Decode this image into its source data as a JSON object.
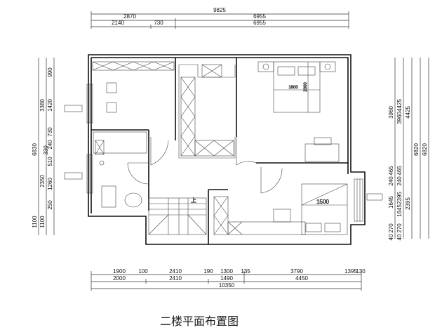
{
  "title": "二楼平面布置图",
  "top_dims": {
    "row1": [
      "9825"
    ],
    "row2": [
      "2870",
      "6955"
    ],
    "row3": [
      "2140",
      "730",
      "6955"
    ]
  },
  "bottom_dims": {
    "row1": [
      "1900",
      "100",
      "2410",
      "190",
      "1300",
      "135",
      "3790",
      "1395",
      "130"
    ],
    "row2": [
      "2000",
      "2410",
      "1490",
      "4450"
    ],
    "row3": [
      "10350"
    ]
  },
  "left_dims": {
    "col1": [
      "6830",
      "1100"
    ],
    "col2": [
      "3380",
      "2350",
      "1100"
    ],
    "col3": [
      "990",
      "1420",
      "730",
      "240",
      "330",
      "510",
      "1260",
      "250"
    ]
  },
  "right_dims": {
    "col1": [
      "3960",
      "465",
      "240",
      "1645",
      "270",
      "40"
    ],
    "col2": [
      "4425",
      "3960",
      "465",
      "240",
      "2395",
      "1645",
      "270",
      "40"
    ],
    "col3": [
      "4425",
      "2395"
    ],
    "col4": [
      "6820"
    ],
    "col5": [
      "6820"
    ]
  },
  "furniture": {
    "master_bed_width": "1800",
    "master_bed_length": "2000",
    "second_bed_width": "1500",
    "stair_up_label": "上"
  }
}
